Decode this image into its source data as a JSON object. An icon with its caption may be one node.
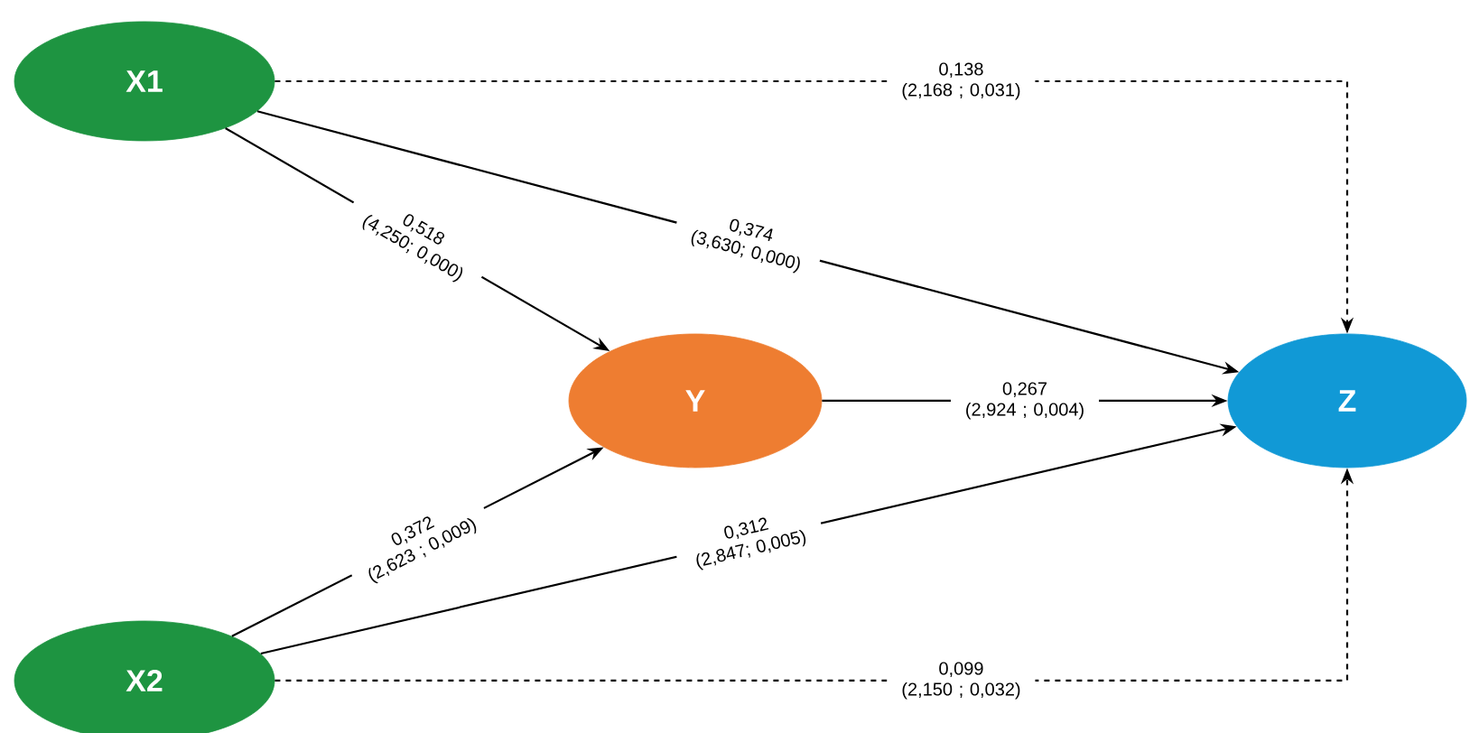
{
  "diagram": {
    "nodes": [
      {
        "text": [
          "X1"
        ]
      },
      {
        "text": [
          "Y"
        ]
      },
      {
        "text": [
          "Z"
        ]
      },
      {
        "text": [
          "X2"
        ]
      }
    ],
    "edges": [
      {
        "from": 0,
        "to": 2,
        "arrow": "to",
        "label": "0,138 (2,168 ; 0,031)",
        "style": "dashed"
      },
      {
        "from": 0,
        "to": 1,
        "arrow": "to",
        "label": "0,518 (4,250; 0,000)"
      },
      {
        "from": 0,
        "to": 2,
        "arrow": "to",
        "label": "0,374 (3,630; 0,000)"
      },
      {
        "from": 1,
        "to": 2,
        "arrow": "to",
        "label": "0,267 (2,924 ; 0,004)"
      },
      {
        "from": 3,
        "to": 1,
        "arrow": "to",
        "label": "0,372 (2,623 ; 0,009)"
      },
      {
        "from": 3,
        "to": 2,
        "arrow": "to",
        "label": "0,312 (2,847; 0,005)"
      },
      {
        "from": 3,
        "to": 2,
        "arrow": "to",
        "label": "0,099 (2,150 ; 0,032)",
        "style": "dashed"
      }
    ]
  }
}
